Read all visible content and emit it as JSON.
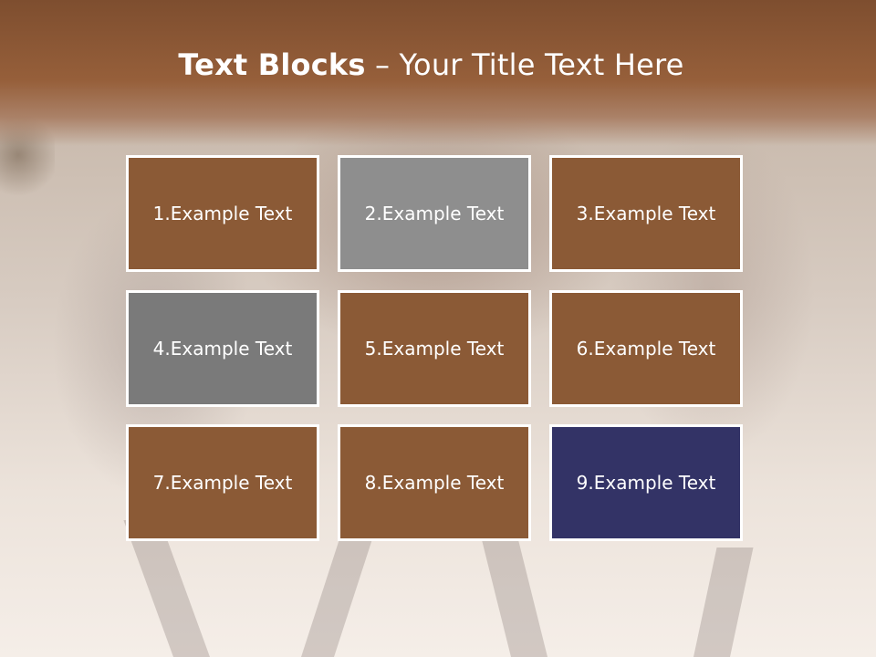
{
  "title": {
    "bold": "Text Blocks",
    "rest": " – Your Title Text Here"
  },
  "blocks": [
    {
      "label": "1.Example Text",
      "color": "#8b5a36"
    },
    {
      "label": "2.Example Text",
      "color": "#8e8e8e"
    },
    {
      "label": "3.Example Text",
      "color": "#8b5a36"
    },
    {
      "label": "4.Example Text",
      "color": "#7a7a7a"
    },
    {
      "label": "5.Example Text",
      "color": "#8b5a36"
    },
    {
      "label": "6.Example Text",
      "color": "#8b5a36"
    },
    {
      "label": "7.Example Text",
      "color": "#8b5a36"
    },
    {
      "label": "8.Example Text",
      "color": "#8b5a36"
    },
    {
      "label": "9.Example Text",
      "color": "#333366"
    }
  ]
}
